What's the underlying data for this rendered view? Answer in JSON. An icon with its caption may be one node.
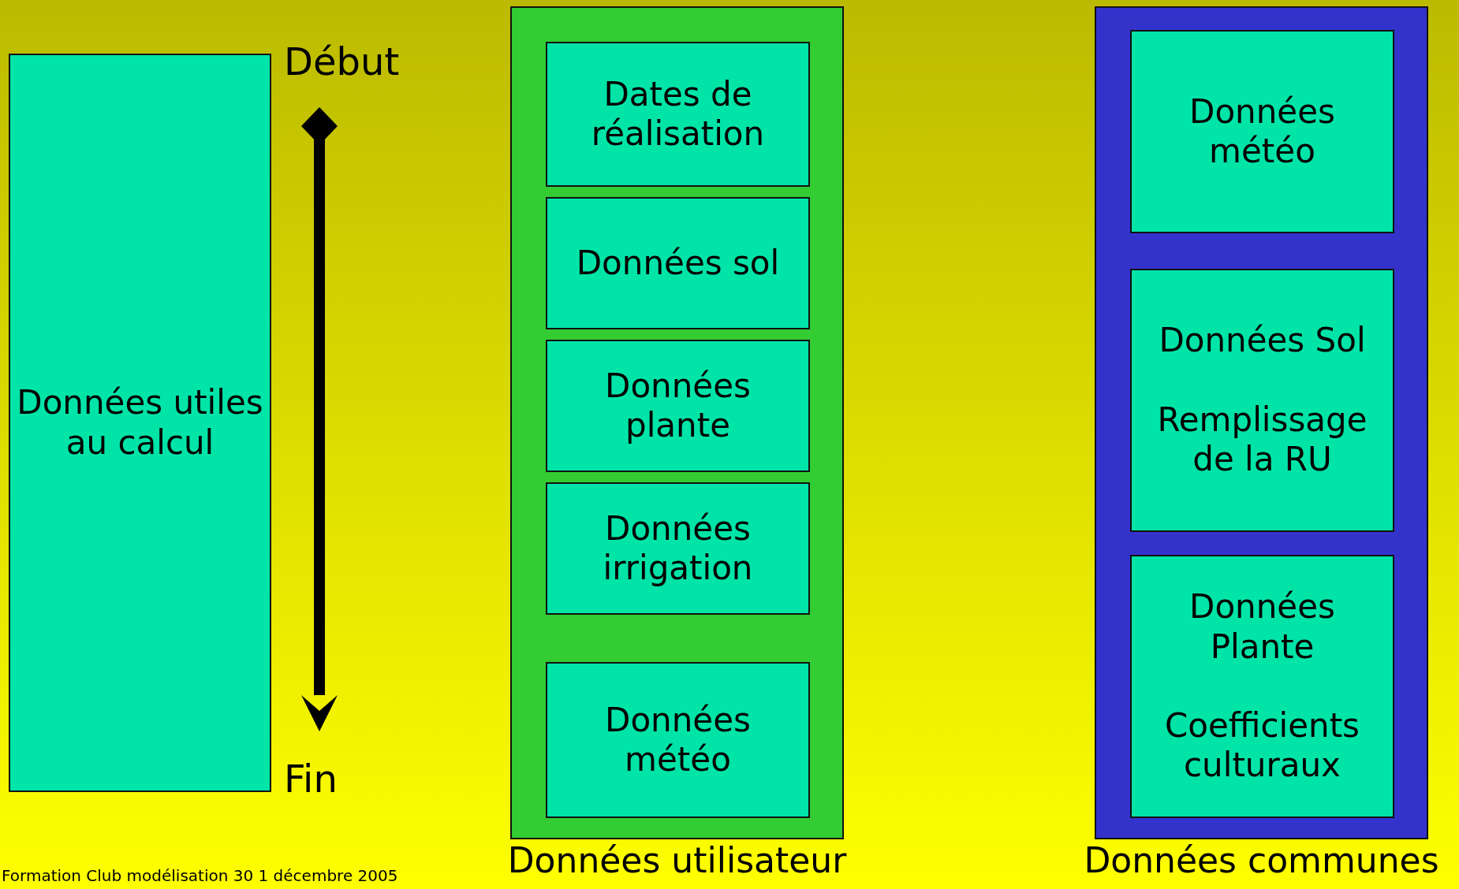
{
  "diagram": {
    "nodes": [
      {
        "text": [
          "Données utiles au calcul"
        ]
      },
      {
        "text": [
          "Données utilisateur"
        ]
      },
      {
        "text": [
          "Dates de réalisation"
        ],
        "in": 1
      },
      {
        "text": [
          "Données sol"
        ],
        "in": 1
      },
      {
        "text": [
          "Données plante"
        ],
        "in": 1
      },
      {
        "text": [
          "Données irrigation"
        ],
        "in": 1
      },
      {
        "text": [
          "Données météo"
        ],
        "in": 1
      },
      {
        "text": [
          "Données communes"
        ]
      },
      {
        "text": [
          "Données météo"
        ],
        "in": 7
      },
      {
        "text": [
          "Données Sol",
          "Remplissage de la RU"
        ],
        "in": 7
      },
      {
        "text": [
          "Données Plante",
          "Coefficients culturaux"
        ],
        "in": 7
      }
    ],
    "labels": [
      "Début",
      "Fin",
      "Formation Club modélisation 30 1 décembre 2005"
    ]
  }
}
